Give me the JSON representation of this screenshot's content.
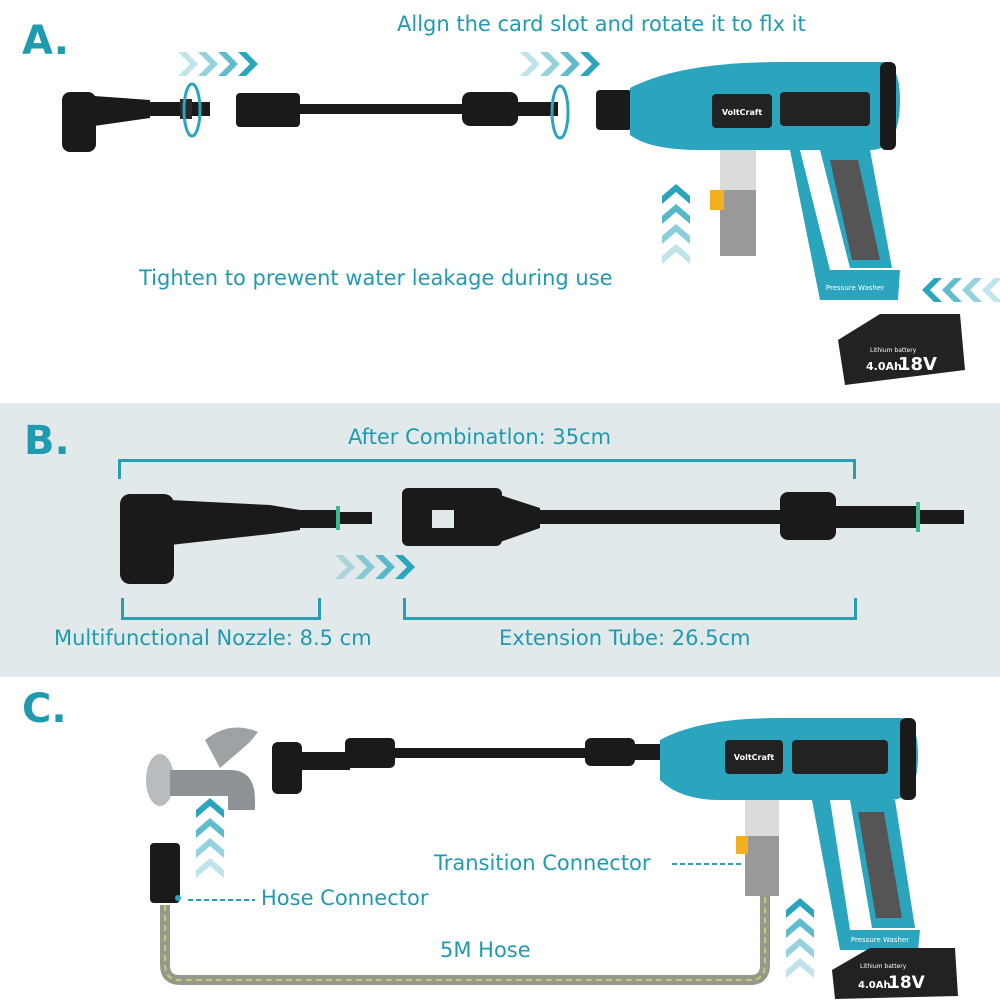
{
  "sections": {
    "a": {
      "letter": "A.",
      "align_caption": "Allgn the card slot and rotate it to flx it",
      "tighten_caption": "Tighten to prewent water leakage during use"
    },
    "b": {
      "letter": "B.",
      "combined_caption": "After Combinatlon: 35cm",
      "nozzle_caption": "Multifunctional Nozzle: 8.5 cm",
      "tube_caption": "Extension Tube: 26.5cm"
    },
    "c": {
      "letter": "C.",
      "transition_caption": "Transition Connector",
      "hose_connector_caption": "Hose Connector",
      "hose_caption": "5M Hose"
    }
  },
  "product": {
    "brand": "VoltCraft",
    "grip_label": "Pressure Washer",
    "battery_type": "Lithium battery",
    "battery_capacity": "4.0Ah",
    "battery_voltage": "18V"
  },
  "colors": {
    "accent": "#1f9bb0",
    "gun": "#2aa5bd",
    "band": "#e2e9ea"
  }
}
